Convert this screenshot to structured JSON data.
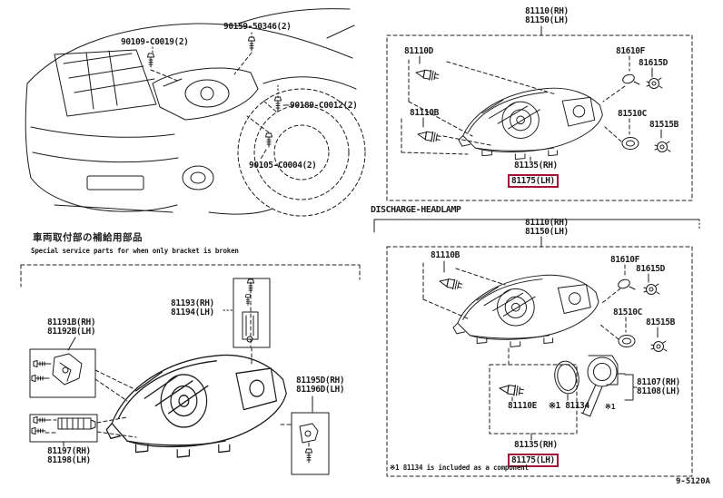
{
  "figure_code": "9-5120A",
  "colors": {
    "highlight": "#a51237",
    "ink": "#1b1b1b"
  },
  "vehicle": {
    "labels": [
      "90109-C0019(2)",
      "90159-50346(2)",
      "90189-C0012(2)",
      "90105-C0004(2)"
    ]
  },
  "panel_top": {
    "title": [
      "81110(RH)",
      "81150(LH)"
    ],
    "parts": {
      "bulb_hi": "81110D",
      "bulb_lo": "81110B",
      "socket_turn": "81610F",
      "bulb_turn": "81615D",
      "cap": "81510C",
      "socket_clearance": "81515B"
    },
    "callout": {
      "rh": "81135(RH)",
      "lh": "81175(LH)"
    }
  },
  "discharge": {
    "heading": "DISCHARGE-HEADLAMP"
  },
  "panel_bottom": {
    "title": [
      "81110(RH)",
      "81150(LH)"
    ],
    "parts": {
      "bulb_lo": "81110B",
      "socket_turn": "81610F",
      "bulb_turn": "81615D",
      "cap": "81510C",
      "socket_clearance": "81515B",
      "bulb_discharge": "81110E",
      "gasket": "※1 81134",
      "ref_mark": "※1",
      "ballast": [
        "81107(RH)",
        "81108(LH)"
      ]
    },
    "callout": {
      "rh": "81135(RH)",
      "lh": "81175(LH)"
    },
    "footnote": "※1 81134 is included as a component"
  },
  "service": {
    "title_jp": "車両取付部の補給用部品",
    "title_en": "Special service parts for when only bracket is broken",
    "labels": {
      "upper_bracket": [
        "81191B(RH)",
        "81192B(LH)"
      ],
      "top_bracket": [
        "81193(RH)",
        "81194(LH)"
      ],
      "lower_bracket": [
        "81197(RH)",
        "81198(LH)"
      ],
      "side_bracket": [
        "81195D(RH)",
        "81196D(LH)"
      ]
    }
  }
}
